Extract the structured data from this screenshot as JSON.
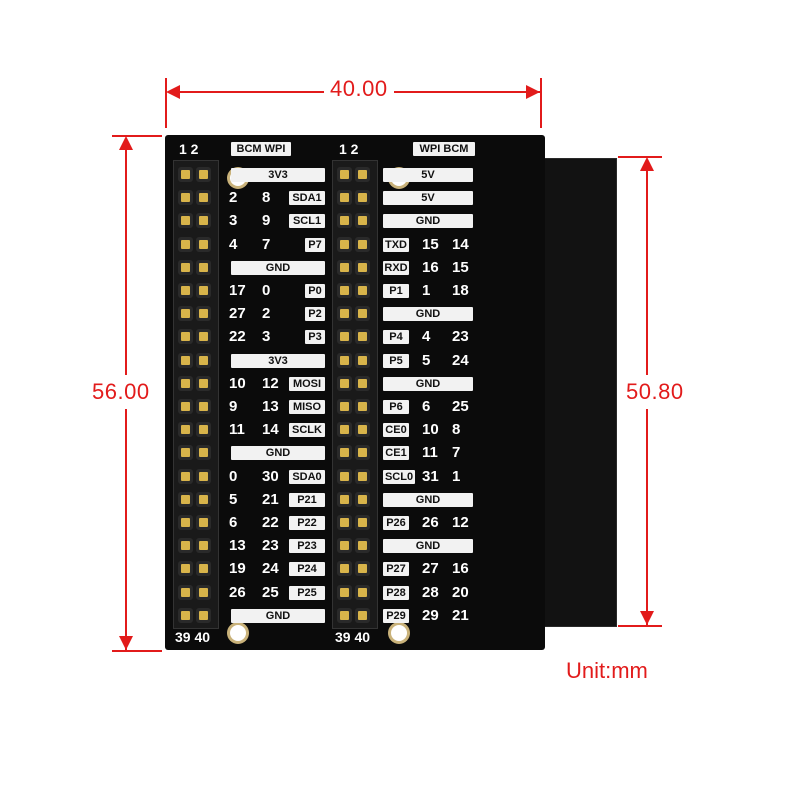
{
  "dimensions": {
    "top_width": "40.00",
    "left_height": "56.00",
    "right_height": "50.80",
    "unit_label": "Unit:mm"
  },
  "board": {
    "header_top_left": "1 2",
    "header_top_mid": "1 2",
    "header_bottom_left": "39 40",
    "header_bottom_mid": "39 40",
    "left_column_title": "BCM WPI",
    "right_column_title": "WPI BCM",
    "left_rows": [
      {
        "bcm": "",
        "wpi": "",
        "label": "3V3",
        "wide": true
      },
      {
        "bcm": "2",
        "wpi": "8",
        "label": "SDA1",
        "wide": false
      },
      {
        "bcm": "3",
        "wpi": "9",
        "label": "SCL1",
        "wide": false
      },
      {
        "bcm": "4",
        "wpi": "7",
        "label": "P7",
        "wide": false
      },
      {
        "bcm": "",
        "wpi": "",
        "label": "GND",
        "wide": true
      },
      {
        "bcm": "17",
        "wpi": "0",
        "label": "P0",
        "wide": false
      },
      {
        "bcm": "27",
        "wpi": "2",
        "label": "P2",
        "wide": false
      },
      {
        "bcm": "22",
        "wpi": "3",
        "label": "P3",
        "wide": false
      },
      {
        "bcm": "",
        "wpi": "",
        "label": "3V3",
        "wide": true
      },
      {
        "bcm": "10",
        "wpi": "12",
        "label": "MOSI",
        "wide": false
      },
      {
        "bcm": "9",
        "wpi": "13",
        "label": "MISO",
        "wide": false
      },
      {
        "bcm": "11",
        "wpi": "14",
        "label": "SCLK",
        "wide": false
      },
      {
        "bcm": "",
        "wpi": "",
        "label": "GND",
        "wide": true
      },
      {
        "bcm": "0",
        "wpi": "30",
        "label": "SDA0",
        "wide": false
      },
      {
        "bcm": "5",
        "wpi": "21",
        "label": "P21",
        "wide": false
      },
      {
        "bcm": "6",
        "wpi": "22",
        "label": "P22",
        "wide": false
      },
      {
        "bcm": "13",
        "wpi": "23",
        "label": "P23",
        "wide": false
      },
      {
        "bcm": "19",
        "wpi": "24",
        "label": "P24",
        "wide": false
      },
      {
        "bcm": "26",
        "wpi": "25",
        "label": "P25",
        "wide": false
      },
      {
        "bcm": "",
        "wpi": "",
        "label": "GND",
        "wide": true
      }
    ],
    "right_rows": [
      {
        "label": "5V",
        "wpi": "",
        "bcm": "",
        "wide": true
      },
      {
        "label": "5V",
        "wpi": "",
        "bcm": "",
        "wide": true
      },
      {
        "label": "GND",
        "wpi": "",
        "bcm": "",
        "wide": true
      },
      {
        "label": "TXD",
        "wpi": "15",
        "bcm": "14",
        "wide": false
      },
      {
        "label": "RXD",
        "wpi": "16",
        "bcm": "15",
        "wide": false
      },
      {
        "label": "P1",
        "wpi": "1",
        "bcm": "18",
        "wide": false
      },
      {
        "label": "GND",
        "wpi": "",
        "bcm": "",
        "wide": true
      },
      {
        "label": "P4",
        "wpi": "4",
        "bcm": "23",
        "wide": false
      },
      {
        "label": "P5",
        "wpi": "5",
        "bcm": "24",
        "wide": false
      },
      {
        "label": "GND",
        "wpi": "",
        "bcm": "",
        "wide": true
      },
      {
        "label": "P6",
        "wpi": "6",
        "bcm": "25",
        "wide": false
      },
      {
        "label": "CE0",
        "wpi": "10",
        "bcm": "8",
        "wide": false
      },
      {
        "label": "CE1",
        "wpi": "11",
        "bcm": "7",
        "wide": false
      },
      {
        "label": "SCL0",
        "wpi": "31",
        "bcm": "1",
        "wide": false
      },
      {
        "label": "GND",
        "wpi": "",
        "bcm": "",
        "wide": true
      },
      {
        "label": "P26",
        "wpi": "26",
        "bcm": "12",
        "wide": false
      },
      {
        "label": "GND",
        "wpi": "",
        "bcm": "",
        "wide": true
      },
      {
        "label": "P27",
        "wpi": "27",
        "bcm": "16",
        "wide": false
      },
      {
        "label": "P28",
        "wpi": "28",
        "bcm": "20",
        "wide": false
      },
      {
        "label": "P29",
        "wpi": "29",
        "bcm": "21",
        "wide": false
      }
    ]
  },
  "colors": {
    "dimension": "#e21b1b",
    "board": "#0b0b0b",
    "pin_gold": "#d8b44a",
    "label_bg": "#f2f2f2"
  }
}
